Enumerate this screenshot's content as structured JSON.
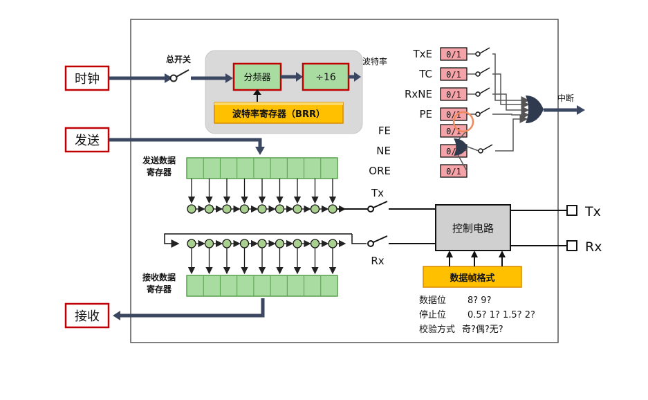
{
  "inputs": {
    "clock": "时钟",
    "send": "发送",
    "receive": "接收"
  },
  "baud_unit": {
    "master_switch": "总开关",
    "divider": "分频器",
    "div16": "÷16",
    "brr": "波特率寄存器（BRR）",
    "baud_out": "波特率"
  },
  "flags": {
    "switched": [
      {
        "name": "TxE",
        "value": "0/1"
      },
      {
        "name": "TC",
        "value": "0/1"
      },
      {
        "name": "RxNE",
        "value": "0/1"
      },
      {
        "name": "PE",
        "value": "0/1"
      }
    ],
    "errors": [
      {
        "name": "FE",
        "value": "0/1"
      },
      {
        "name": "NE",
        "value": "0/1"
      },
      {
        "name": "ORE",
        "value": "0/1"
      }
    ],
    "interrupt": "中断"
  },
  "registers": {
    "tdr_line1": "发送数据",
    "tdr_line2": "寄存器",
    "rdr_line1": "接收数据",
    "rdr_line2": "寄存器"
  },
  "control": {
    "label": "控制电路",
    "tx_switch": "Tx",
    "rx_switch": "Rx",
    "tx_pin": "Tx",
    "rx_pin": "Rx",
    "frame_format": "数据帧格式"
  },
  "frame_params": [
    {
      "label": "数据位",
      "values": "8? 9?"
    },
    {
      "label": "停止位",
      "values": "0.5? 1? 1.5? 2?"
    },
    {
      "label": "校验方式",
      "values": "奇?偶?无?"
    }
  ],
  "colors": {
    "arrow": "#3b4660",
    "register_red": "#c00000",
    "flag_fill": "#f4a3a8",
    "reg_green": "#a8dca0",
    "bit_dot": "#a9d08e",
    "brr_yellow": "#ffc000",
    "gray_panel": "#d9d9d9",
    "highlight": "#f08a5d"
  }
}
